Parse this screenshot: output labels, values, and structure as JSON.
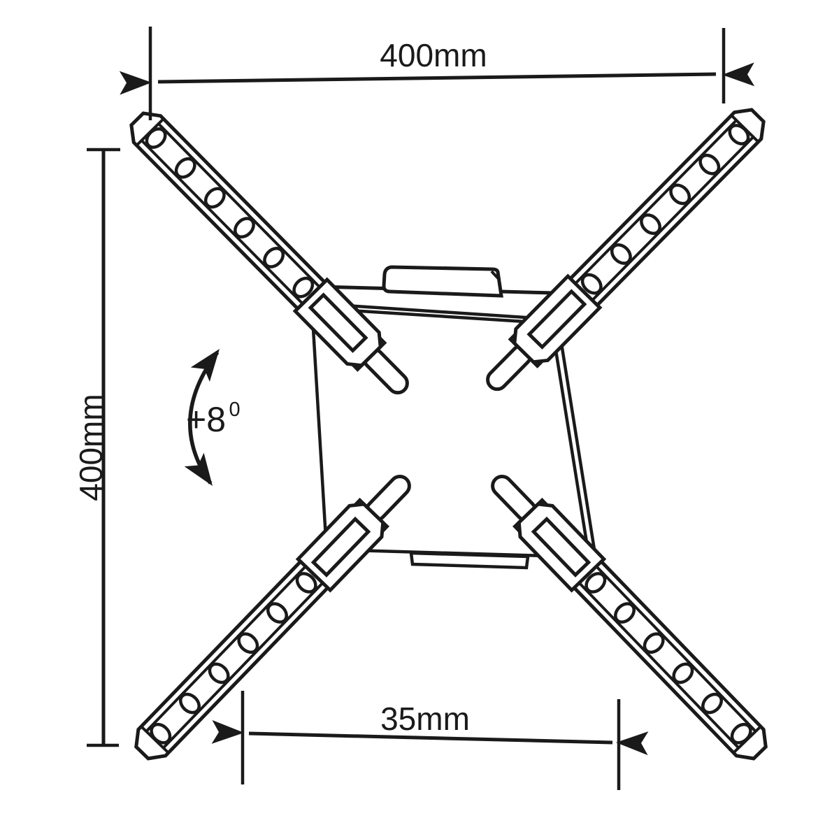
{
  "colors": {
    "background": "#ffffff",
    "line": "#1a1a1a"
  },
  "dimensions": {
    "top_width": "400mm",
    "left_height": "400mm",
    "bottom_offset": "35mm",
    "tilt_angle": "+8",
    "tilt_angle_superscript": "0"
  }
}
